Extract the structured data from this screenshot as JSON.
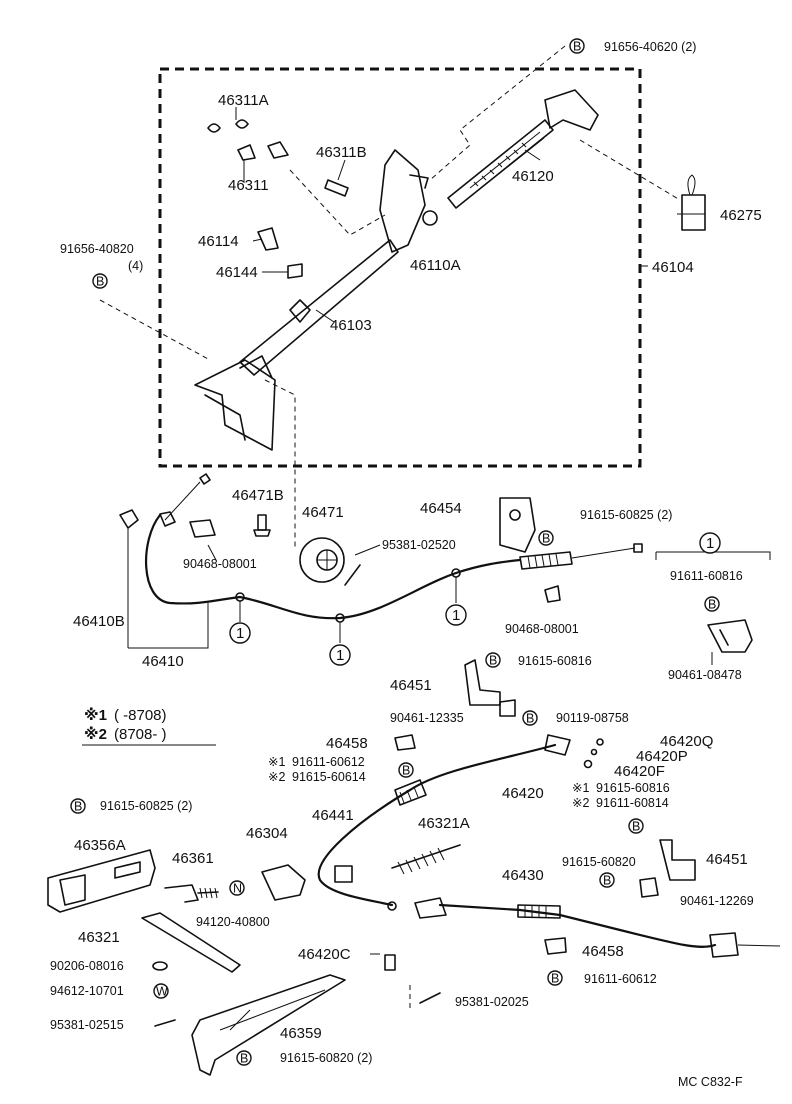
{
  "parts": {
    "p46311A": "46311A",
    "p46311": "46311",
    "p46311B": "46311B",
    "p46114": "46114",
    "p46144": "46144",
    "p46103": "46103",
    "p46110A": "46110A",
    "p46120": "46120",
    "p46275": "46275",
    "p46104": "46104",
    "p91656_40620": "91656-40620 (2)",
    "p91656_40820": "91656-40820",
    "p91656_40820_qty": "(4)",
    "p46471B": "46471B",
    "p46471": "46471",
    "p46454": "46454",
    "p91615_60825_2a": "91615-60825 (2)",
    "p90468_08001a": "90468-08001",
    "p95381_02520": "95381-02520",
    "p46410B": "46410B",
    "p46410": "46410",
    "p90468_08001b": "90468-08001",
    "p91611_60816": "91611-60816",
    "p90461_08478": "90461-08478",
    "p91615_60816": "91615-60816",
    "p46451a": "46451",
    "p90461_12335": "90461-12335",
    "p90119_08758": "90119-08758",
    "p46458a": "46458",
    "p46420Q": "46420Q",
    "p46420P": "46420P",
    "p46420F": "46420F",
    "p46420": "46420",
    "p91611_60612a": "91611-60612",
    "p91615_60614": "91615-60614",
    "p91615_60816b": "91615-60816",
    "p91611_60814": "91611-60814",
    "p91615_60825_2b": "91615-60825 (2)",
    "p46356A": "46356A",
    "p46304": "46304",
    "p46441": "46441",
    "p46321A": "46321A",
    "p46361": "46361",
    "p94120_40800": "94120-40800",
    "p46430": "46430",
    "p91615_60820": "91615-60820",
    "p46451b": "46451",
    "p90461_12269": "90461-12269",
    "p46321": "46321",
    "p90206_08016": "90206-08016",
    "p94612_10701": "94612-10701",
    "p95381_02515": "95381-02515",
    "p46420C": "46420C",
    "p46458b": "46458",
    "p91611_60612b": "91611-60612",
    "p95381_02025": "95381-02025",
    "p46359": "46359",
    "p91615_60820_2": "91615-60820 (2)"
  },
  "symbols": {
    "b": "B",
    "n": "N",
    "w": "W",
    "ref1": "1",
    "mark1": "※1",
    "mark2": "※2"
  },
  "legend": {
    "row1_mark": "※1",
    "row1_text": "(      -8708)",
    "row2_mark": "※2",
    "row2_text": "(8708-      )"
  },
  "footer": {
    "code": "MC  C832-F"
  }
}
